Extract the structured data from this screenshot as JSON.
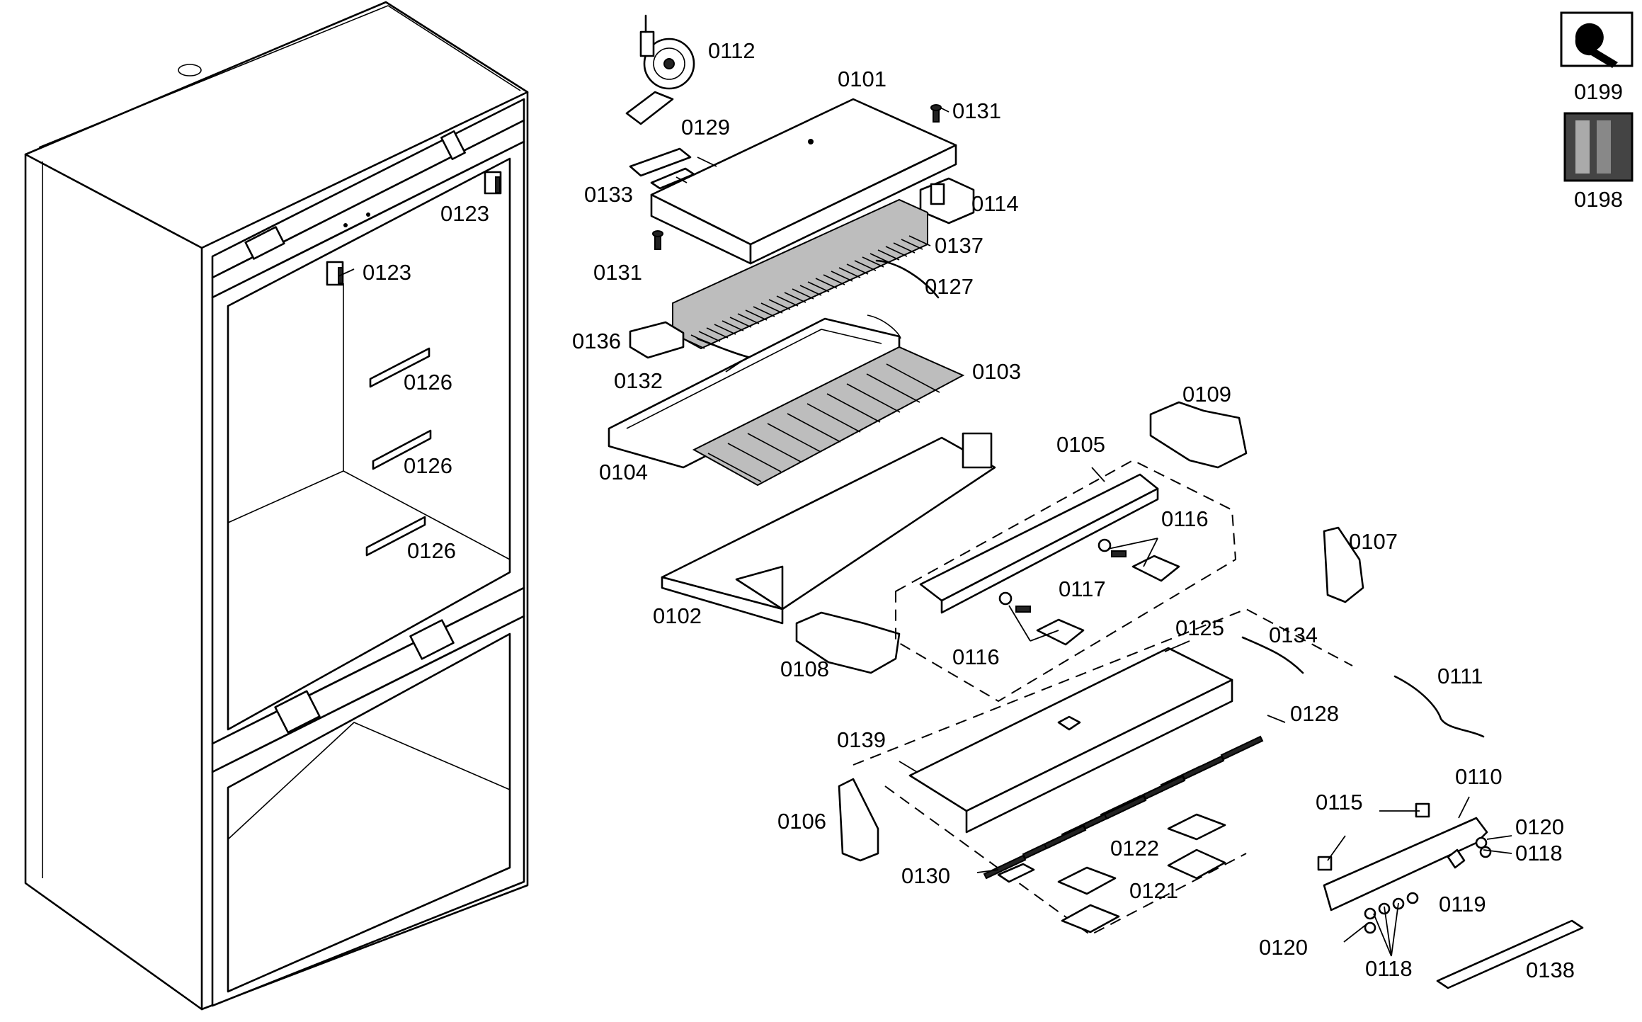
{
  "diagram": {
    "kind": "exploded parts diagram",
    "callouts": {
      "c0101": "0101",
      "c0102": "0102",
      "c0103": "0103",
      "c0104": "0104",
      "c0105": "0105",
      "c0106": "0106",
      "c0107": "0107",
      "c0108": "0108",
      "c0109": "0109",
      "c0110": "0110",
      "c0111": "0111",
      "c0112": "0112",
      "c0114": "0114",
      "c0115": "0115",
      "c0116a": "0116",
      "c0116b": "0116",
      "c0117": "0117",
      "c0118a": "0118",
      "c0118b": "0118",
      "c0119": "0119",
      "c0120a": "0120",
      "c0120b": "0120",
      "c0121": "0121",
      "c0122": "0122",
      "c0123a": "0123",
      "c0123b": "0123",
      "c0125": "0125",
      "c0126a": "0126",
      "c0126b": "0126",
      "c0126c": "0126",
      "c0127": "0127",
      "c0128": "0128",
      "c0129": "0129",
      "c0130": "0130",
      "c0131a": "0131",
      "c0131b": "0131",
      "c0132": "0132",
      "c0133": "0133",
      "c0134": "0134",
      "c0136": "0136",
      "c0137": "0137",
      "c0138": "0138",
      "c0139": "0139",
      "c0199": "0199",
      "c0198": "0198"
    }
  }
}
